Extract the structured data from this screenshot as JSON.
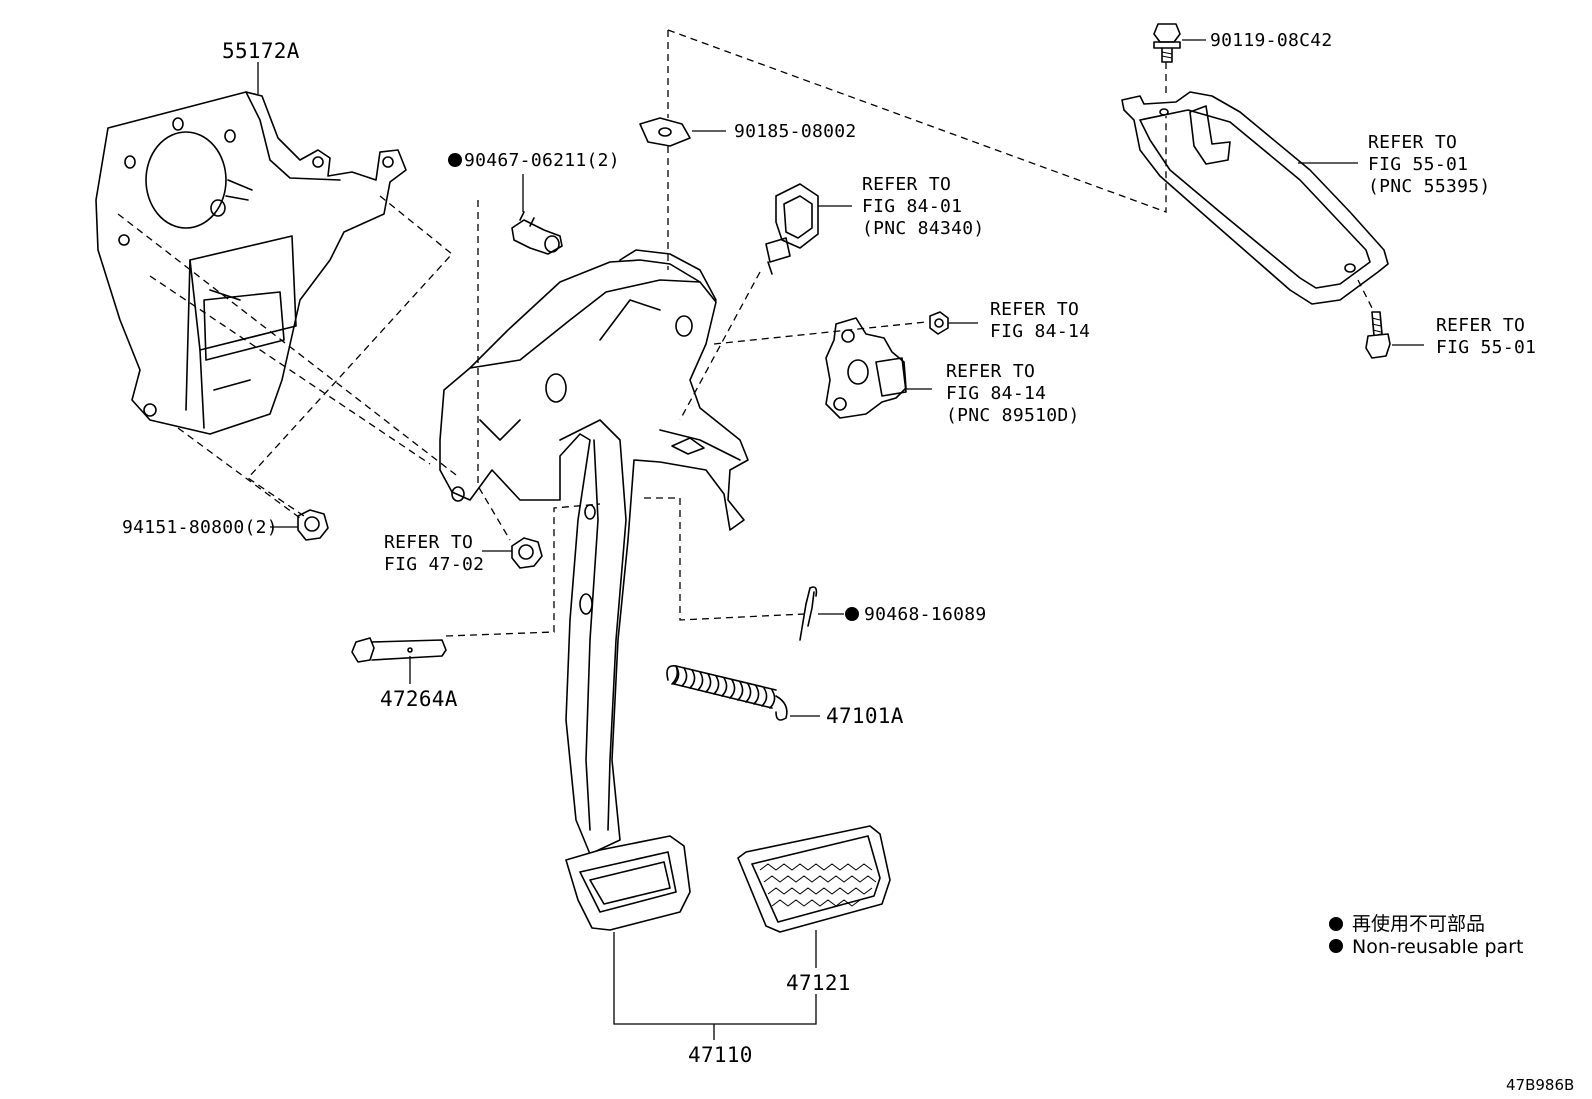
{
  "parts": {
    "bracket": "55172A",
    "nut_bracket": "94151-80800(2)",
    "nut_refer_line1": "REFER TO",
    "nut_refer_line2": "FIG 47-02",
    "clip_small": "90467-06211(2)",
    "clip_top": "90185-08002",
    "switch_refer_line1": "REFER TO",
    "switch_refer_line2": "FIG 84-01",
    "switch_refer_line3": "(PNC 84340)",
    "nut_small_refer_line1": "REFER TO",
    "nut_small_refer_line2": "FIG 84-14",
    "sensor_refer_line1": "REFER TO",
    "sensor_refer_line2": "FIG 84-14",
    "sensor_refer_line3": "(PNC 89510D)",
    "bolt_top": "90119-08C42",
    "plate_refer_line1": "REFER TO",
    "plate_refer_line2": "FIG 55-01",
    "plate_refer_line3": "(PNC 55395)",
    "bolt_right_refer_line1": "REFER TO",
    "bolt_right_refer_line2": "FIG 55-01",
    "cotter_pin": "90468-16089",
    "pin": "47264A",
    "spring": "47101A",
    "pedal_pad": "47121",
    "pedal_assy": "47110"
  },
  "legend": {
    "jp": "再使用不可部品",
    "en": "Non-reusable part"
  },
  "figure_code": "47B986B"
}
